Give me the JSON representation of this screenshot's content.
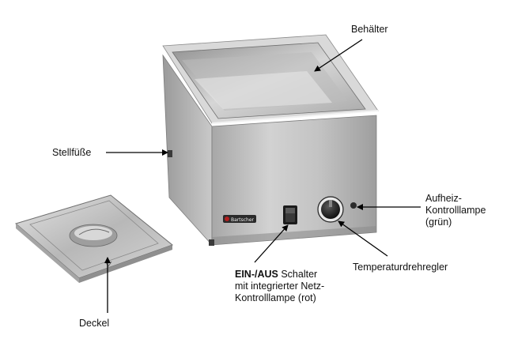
{
  "labels": {
    "container": "Behälter",
    "feet": "Stellfüße",
    "heat_lamp": [
      "Aufheiz-",
      "Kontrolllampe",
      "(grün)"
    ],
    "switch_bold": "EIN-/AUS",
    "switch_rest": " Schalter",
    "switch_lines": [
      "mit integrierter Netz-",
      "Kontrolllampe (rot)"
    ],
    "thermostat": "Temperaturdrehregler",
    "lid": "Deckel"
  },
  "brand_logo": "Bartscher",
  "colors": {
    "steel_light": "#e6e6e6",
    "steel_mid": "#bdbdbd",
    "steel_dark": "#8a8a8a",
    "knob": "#1e1e1e",
    "line": "#000000"
  }
}
